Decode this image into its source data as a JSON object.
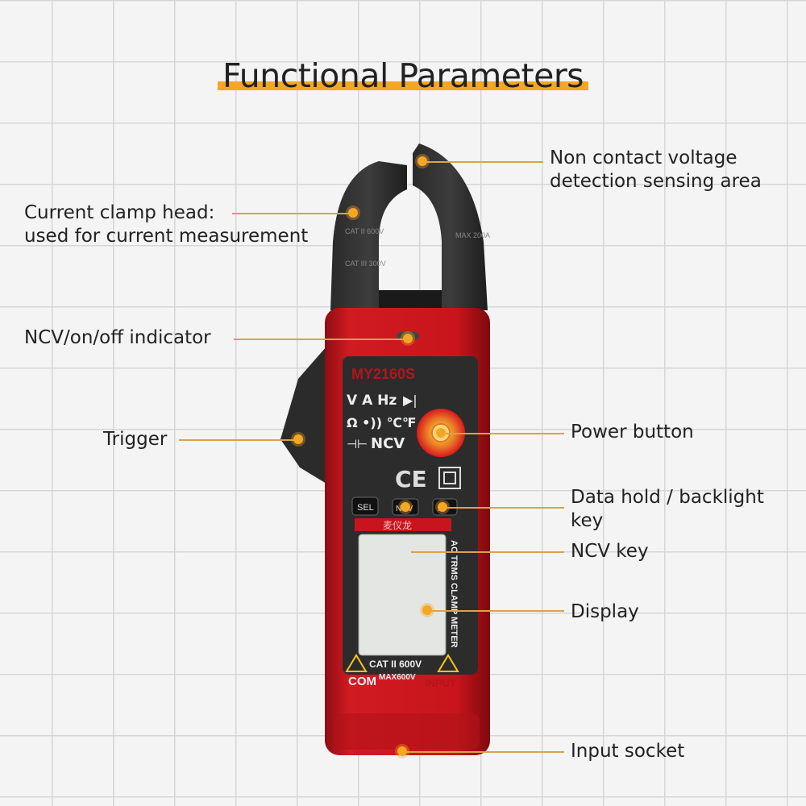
{
  "title": "Functional Parameters",
  "labels": {
    "ncv_area_line1": "Non contact voltage",
    "ncv_area_line2": "detection sensing area",
    "clamp_line1": "Current clamp head:",
    "clamp_line2": "used for current measurement",
    "indicator": "NCV/on/off indicator",
    "trigger": "Trigger",
    "power": "Power button",
    "hold_line1": "Data hold / backlight",
    "hold_line2": "key",
    "ncv_key": "NCV key",
    "display": "Display",
    "input": "Input socket"
  },
  "device": {
    "model": "MY2160S",
    "func_row1": "V  A  Hz",
    "func_row2": "Ω  •))  ℃℉",
    "func_row3": "NCV",
    "ce_mark": "CE",
    "btn_sel": "SEL",
    "btn_ncv": "NCV",
    "btn_hold": "H",
    "brand": "麦仪龙",
    "side_text": "AC TRMS CLAMP METER",
    "cat_text": "CAT II  600V",
    "max_text": "MAX600V",
    "com_text": "COM",
    "input_text": "INPUT",
    "jaw_cat1": "CAT II 600V",
    "jaw_cat2": "CAT III 300V",
    "jaw_max": "MAX 200A"
  },
  "colors": {
    "accent": "#f5a623",
    "body_red": "#c8141c",
    "panel": "#2c2c2c"
  }
}
